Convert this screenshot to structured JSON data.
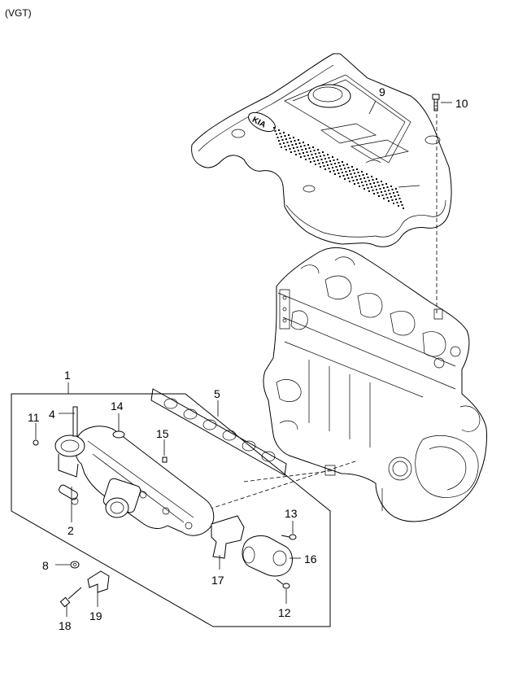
{
  "header": {
    "variant": "(VGT)"
  },
  "cover_logo": "KIA",
  "callouts": [
    {
      "id": "c1",
      "text": "1"
    },
    {
      "id": "c2",
      "text": "2"
    },
    {
      "id": "c4",
      "text": "4"
    },
    {
      "id": "c5",
      "text": "5"
    },
    {
      "id": "c8",
      "text": "8"
    },
    {
      "id": "c9",
      "text": "9"
    },
    {
      "id": "c10",
      "text": "10"
    },
    {
      "id": "c11",
      "text": "11"
    },
    {
      "id": "c12",
      "text": "12"
    },
    {
      "id": "c13",
      "text": "13"
    },
    {
      "id": "c14",
      "text": "14"
    },
    {
      "id": "c15",
      "text": "15"
    },
    {
      "id": "c16",
      "text": "16"
    },
    {
      "id": "c17",
      "text": "17"
    },
    {
      "id": "c18",
      "text": "18"
    },
    {
      "id": "c19",
      "text": "19"
    }
  ]
}
